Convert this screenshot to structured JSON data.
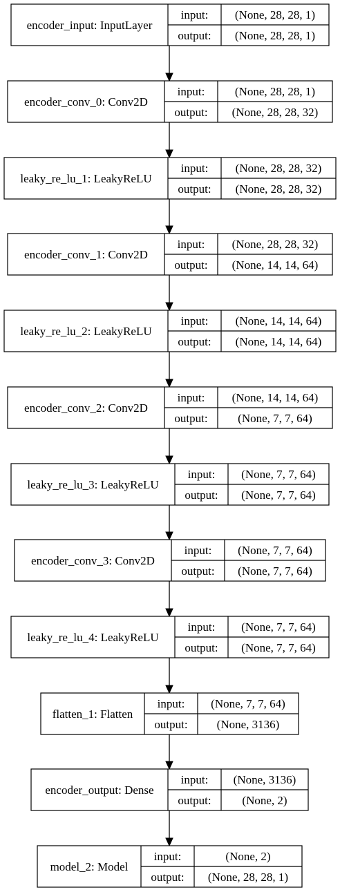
{
  "diagram": {
    "type": "model_plot",
    "layers": [
      {
        "name": "encoder_input: InputLayer",
        "input_label": "input:",
        "input": "(None, 28, 28, 1)",
        "output_label": "output:",
        "output": "(None, 28, 28, 1)"
      },
      {
        "name": "encoder_conv_0: Conv2D",
        "input_label": "input:",
        "input": "(None, 28, 28, 1)",
        "output_label": "output:",
        "output": "(None, 28, 28, 32)"
      },
      {
        "name": "leaky_re_lu_1: LeakyReLU",
        "input_label": "input:",
        "input": "(None, 28, 28, 32)",
        "output_label": "output:",
        "output": "(None, 28, 28, 32)"
      },
      {
        "name": "encoder_conv_1: Conv2D",
        "input_label": "input:",
        "input": "(None, 28, 28, 32)",
        "output_label": "output:",
        "output": "(None, 14, 14, 64)"
      },
      {
        "name": "leaky_re_lu_2: LeakyReLU",
        "input_label": "input:",
        "input": "(None, 14, 14, 64)",
        "output_label": "output:",
        "output": "(None, 14, 14, 64)"
      },
      {
        "name": "encoder_conv_2: Conv2D",
        "input_label": "input:",
        "input": "(None, 14, 14, 64)",
        "output_label": "output:",
        "output": "(None, 7, 7, 64)"
      },
      {
        "name": "leaky_re_lu_3: LeakyReLU",
        "input_label": "input:",
        "input": "(None, 7, 7, 64)",
        "output_label": "output:",
        "output": "(None, 7, 7, 64)"
      },
      {
        "name": "encoder_conv_3: Conv2D",
        "input_label": "input:",
        "input": "(None, 7, 7, 64)",
        "output_label": "output:",
        "output": "(None, 7, 7, 64)"
      },
      {
        "name": "leaky_re_lu_4: LeakyReLU",
        "input_label": "input:",
        "input": "(None, 7, 7, 64)",
        "output_label": "output:",
        "output": "(None, 7, 7, 64)"
      },
      {
        "name": "flatten_1: Flatten",
        "input_label": "input:",
        "input": "(None, 7, 7, 64)",
        "output_label": "output:",
        "output": "(None, 3136)"
      },
      {
        "name": "encoder_output: Dense",
        "input_label": "input:",
        "input": "(None, 3136)",
        "output_label": "output:",
        "output": "(None, 2)"
      },
      {
        "name": "model_2: Model",
        "input_label": "input:",
        "input": "(None, 2)",
        "output_label": "output:",
        "output": "(None, 28, 28, 1)"
      }
    ],
    "edges": [
      [
        0,
        1
      ],
      [
        1,
        2
      ],
      [
        2,
        3
      ],
      [
        3,
        4
      ],
      [
        4,
        5
      ],
      [
        5,
        6
      ],
      [
        6,
        7
      ],
      [
        7,
        8
      ],
      [
        8,
        9
      ],
      [
        9,
        10
      ],
      [
        10,
        11
      ]
    ]
  }
}
